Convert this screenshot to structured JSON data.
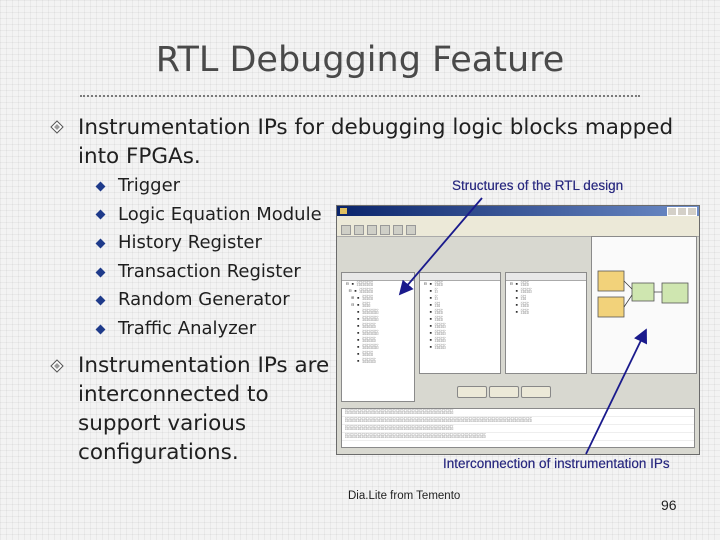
{
  "slide": {
    "title": "RTL Debugging Feature",
    "bullet1_line1": "Instrumentation IPs for debugging logic blocks mapped",
    "bullet1_line2": "into FPGAs.",
    "sub_items": [
      "Trigger",
      "Logic Equation Module",
      "History Register",
      "Transaction Register",
      "Random Generator",
      "Traffic Analyzer"
    ],
    "bullet2_lines": [
      "Instrumentation IPs are",
      "interconnected to",
      "support various",
      "configurations."
    ],
    "annotation_top": "Structures of the RTL design",
    "annotation_bottom": "Interconnection of instrumentation IPs",
    "footer": "Dia.Lite from Temento",
    "page_number": "96"
  },
  "colors": {
    "arrow": "#1a1a8c",
    "title": "#4a4a4a",
    "sub_bullet": "#1e3a8a"
  },
  "icons": {
    "main_bullet": "diamond-outline-icon",
    "sub_bullet": "diamond-filled-icon"
  }
}
